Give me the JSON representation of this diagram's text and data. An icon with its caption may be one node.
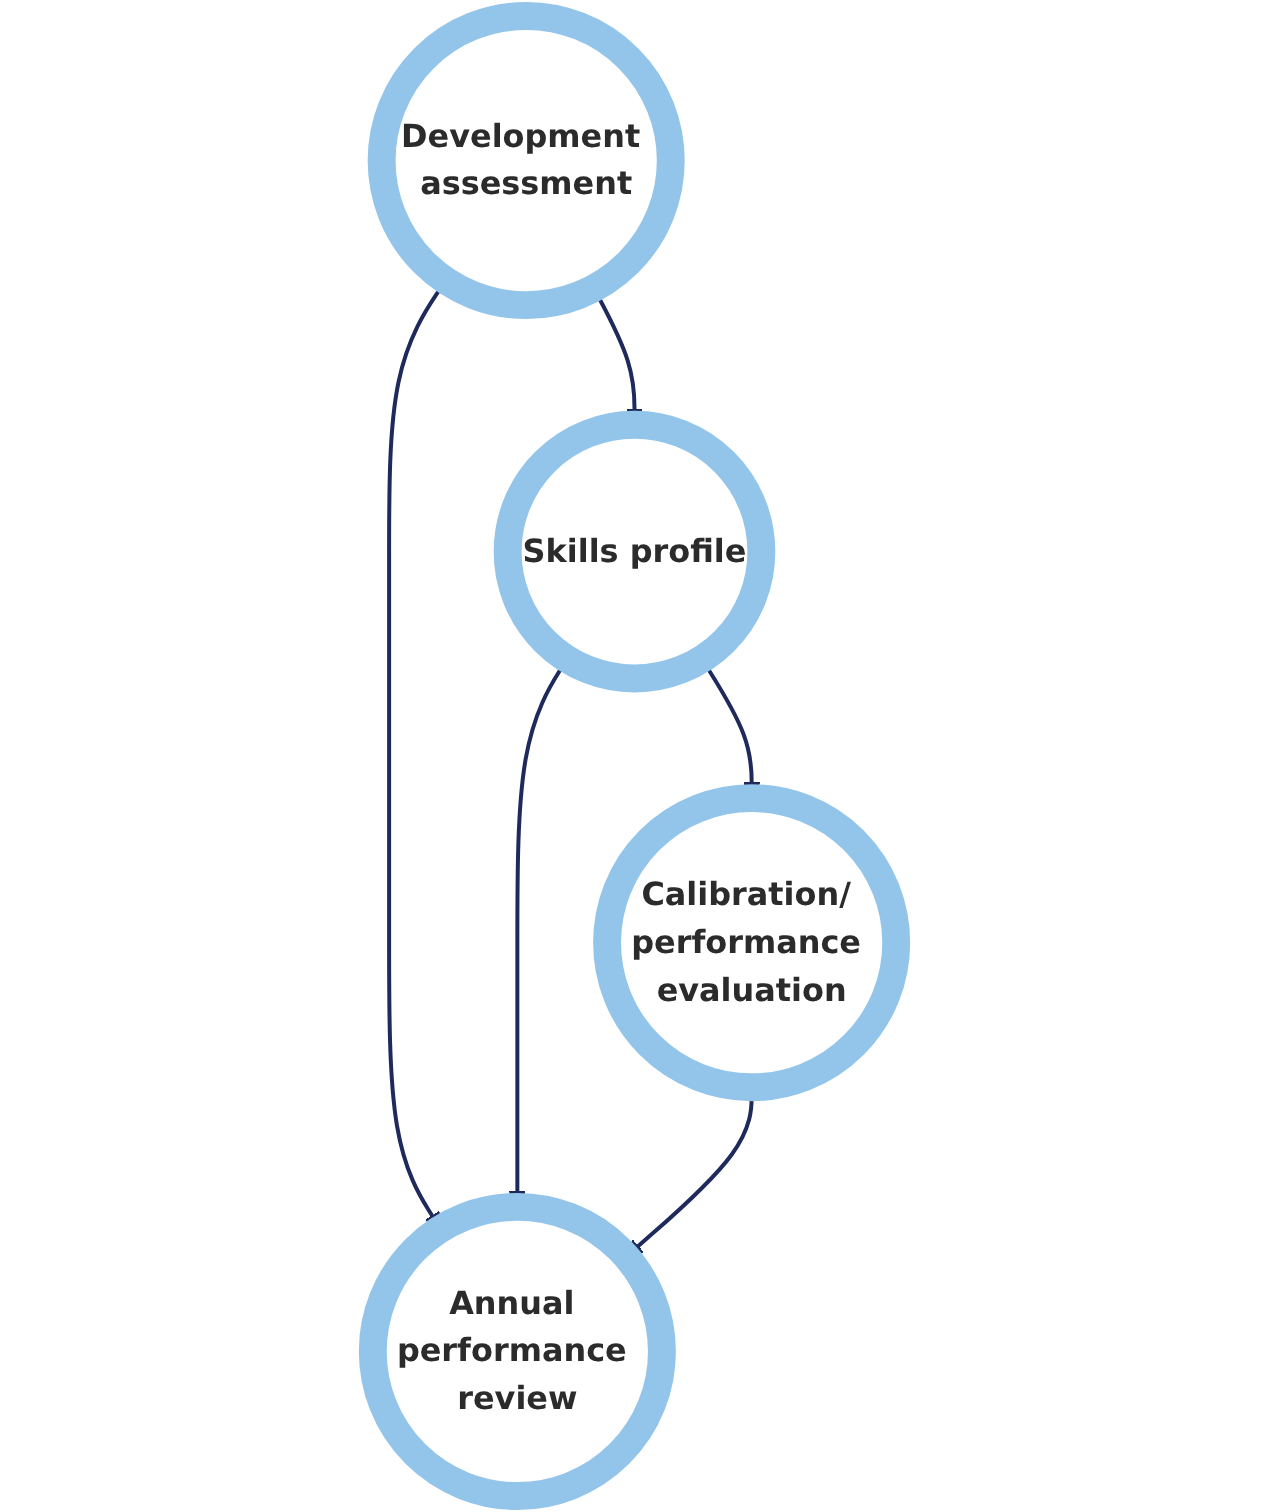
{
  "diagram": {
    "nodes": [
      {
        "text": [
          "Development assessment"
        ]
      },
      {
        "text": [
          "Skills profile"
        ]
      },
      {
        "text": [
          "Calibration/ performance evaluation"
        ]
      },
      {
        "text": [
          "Annual performance review"
        ]
      }
    ],
    "edges": [
      {
        "from": 0,
        "to": 1,
        "arrow": "to"
      },
      {
        "from": 1,
        "to": 2,
        "arrow": "to"
      },
      {
        "from": 0,
        "to": 3,
        "arrow": "to"
      },
      {
        "from": 1,
        "to": 3,
        "arrow": "to"
      },
      {
        "from": 2,
        "to": 3,
        "arrow": "to"
      }
    ]
  }
}
